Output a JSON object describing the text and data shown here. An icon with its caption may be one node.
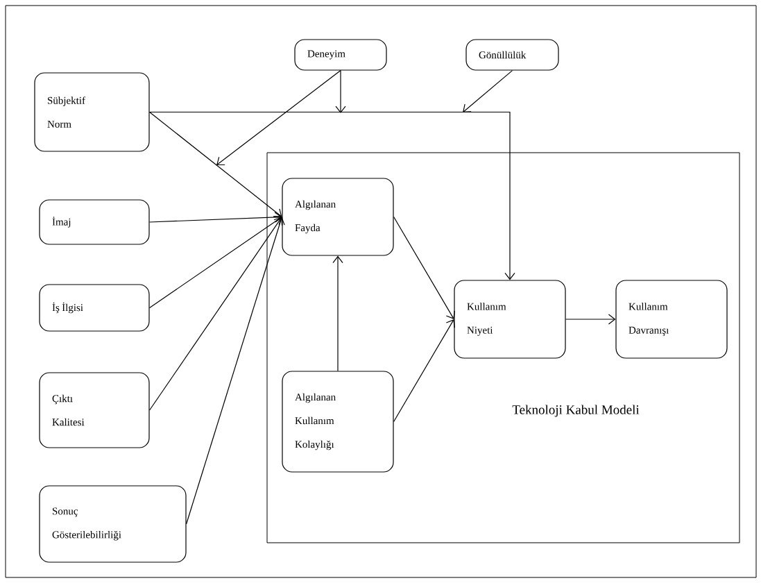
{
  "diagram": {
    "nodes": [
      {
        "text": [
          "Deneyim"
        ]
      },
      {
        "text": [
          "Gönüllülük"
        ]
      },
      {
        "text": [
          "Sübjektif Norm"
        ]
      },
      {
        "text": [
          "İmaj"
        ]
      },
      {
        "text": [
          "İş İlgisi"
        ]
      },
      {
        "text": [
          "Çıktı Kalitesi"
        ]
      },
      {
        "text": [
          "Sonuç Gösterilebilirliği"
        ]
      },
      {
        "text": [
          "Teknoloji Kabul Modeli"
        ]
      },
      {
        "text": [
          "Algılanan Fayda"
        ],
        "in": 7
      },
      {
        "text": [
          "Algılanan Kullanım Kolaylığı"
        ],
        "in": 7
      },
      {
        "text": [
          "Kullanım Niyeti"
        ],
        "in": 7
      },
      {
        "text": [
          "Kullanım Davranışı"
        ],
        "in": 7
      }
    ],
    "edges": [
      {
        "from": 2,
        "to": 10,
        "arrow": "to"
      },
      {
        "from": 2,
        "to": 8,
        "arrow": "to"
      },
      {
        "from": 0,
        "to": null,
        "arrow": "to"
      },
      {
        "from": 0,
        "to": null,
        "arrow": "to"
      },
      {
        "from": 1,
        "to": null,
        "arrow": "to"
      },
      {
        "from": 3,
        "to": 8,
        "arrow": "to"
      },
      {
        "from": 4,
        "to": 8,
        "arrow": "to"
      },
      {
        "from": 5,
        "to": 8,
        "arrow": "to"
      },
      {
        "from": 6,
        "to": 8,
        "arrow": "to"
      },
      {
        "from": 9,
        "to": 8,
        "arrow": "to"
      },
      {
        "from": 8,
        "to": 10,
        "arrow": "to"
      },
      {
        "from": 9,
        "to": 10,
        "arrow": "to"
      },
      {
        "from": 10,
        "to": 11,
        "arrow": "to"
      }
    ]
  }
}
